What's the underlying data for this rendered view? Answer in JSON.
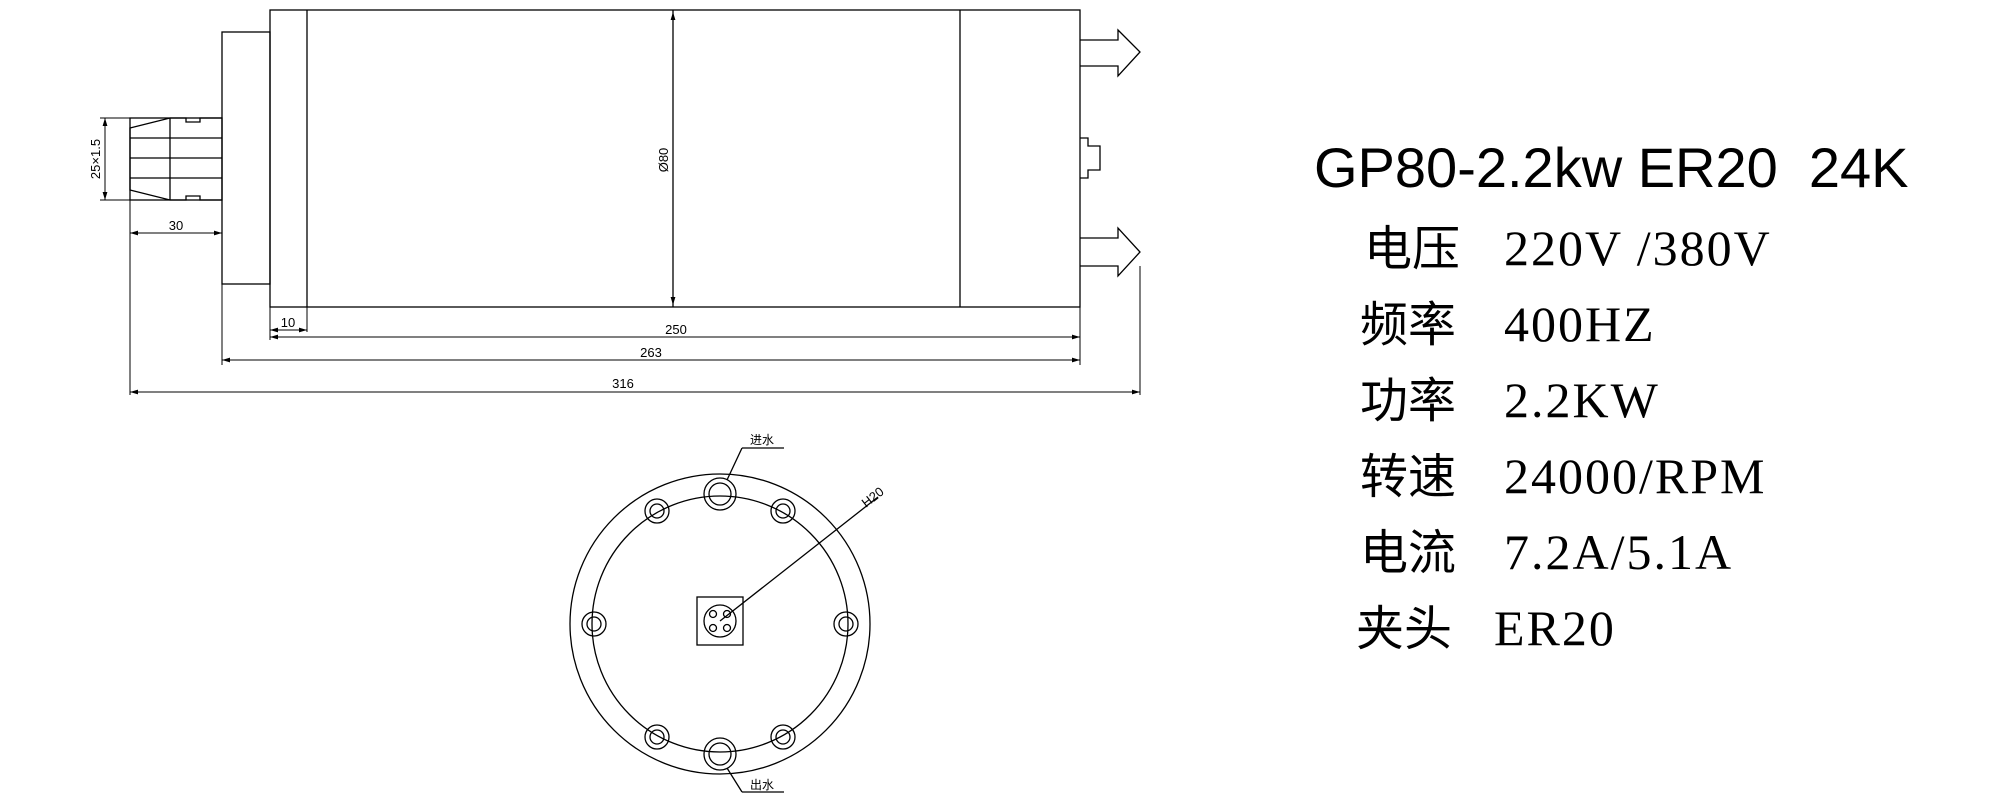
{
  "drawing": {
    "side_view": {
      "dim_overall_length": "316",
      "dim_body_with_nut": "263",
      "dim_body": "250",
      "dim_flange": "10",
      "dim_collet": "30",
      "dim_diameter": "Ø80",
      "dim_thread": "25×1.5"
    },
    "end_view": {
      "label_water_in": "进水",
      "label_water_out": "出水",
      "label_connector": "H20"
    }
  },
  "spec": {
    "title": "GP80-2.2kw ER20  24K",
    "rows": [
      {
        "key": "电压",
        "value": "220V /380V"
      },
      {
        "key": "频率",
        "value": "400HZ"
      },
      {
        "key": "功率",
        "value": "2.2KW"
      },
      {
        "key": "转速",
        "value": "24000/RPM"
      },
      {
        "key": "电流",
        "value": "7.2A/5.1A"
      },
      {
        "key": "夹头",
        "value": "ER20"
      }
    ]
  }
}
